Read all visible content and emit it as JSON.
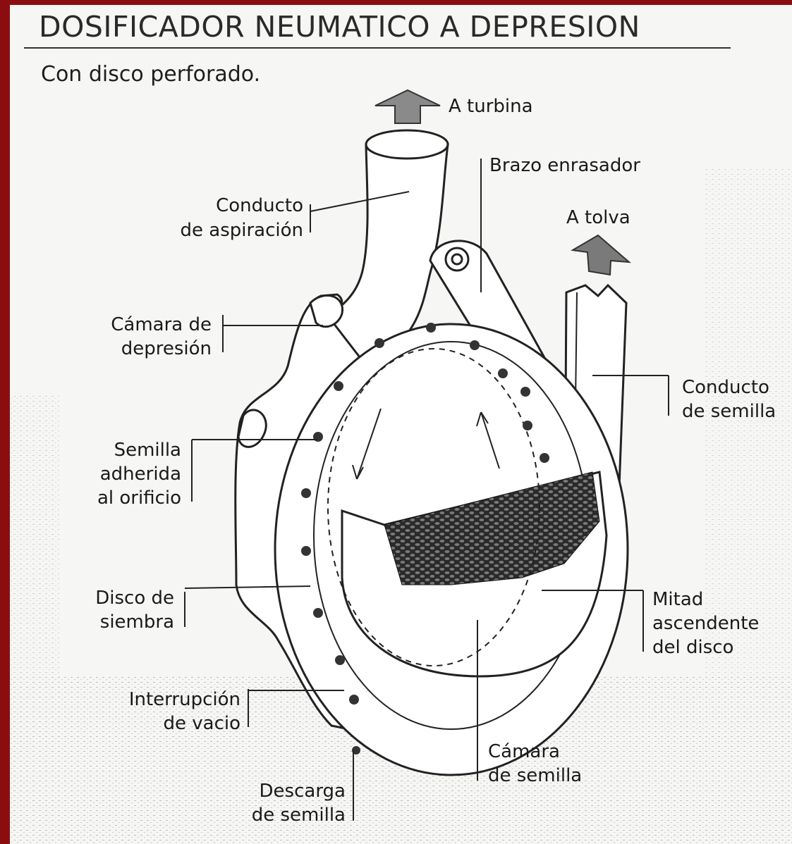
{
  "title": "DOSIFICADOR NEUMATICO A DEPRESION",
  "subtitle": "Con disco perforado.",
  "labels": {
    "a_turbina": "A turbina",
    "brazo_enrasador": "Brazo enrasador",
    "a_tolva": "A tolva",
    "conducto_aspiracion_1": "Conducto",
    "conducto_aspiracion_2": "de aspiración",
    "camara_depresion_1": "Cámara de",
    "camara_depresion_2": "depresión",
    "conducto_semilla_1": "Conducto",
    "conducto_semilla_2": "de semilla",
    "semilla_adherida_1": "Semilla",
    "semilla_adherida_2": "adherida",
    "semilla_adherida_3": "al orificio",
    "disco_siembra_1": "Disco de",
    "disco_siembra_2": "siembra",
    "mitad_ascendente_1": "Mitad",
    "mitad_ascendente_2": "ascendente",
    "mitad_ascendente_3": "del disco",
    "interrupcion_vacio_1": "Interrupción",
    "interrupcion_vacio_2": "de vacio",
    "camara_semilla_1": "Cámara",
    "camara_semilla_2": "de semilla",
    "descarga_semilla_1": "Descarga",
    "descarga_semilla_2": "de semilla"
  },
  "colors": {
    "frame": "#8b0d10",
    "paper": "#f6f6f4",
    "ink": "#1a1a1a"
  }
}
